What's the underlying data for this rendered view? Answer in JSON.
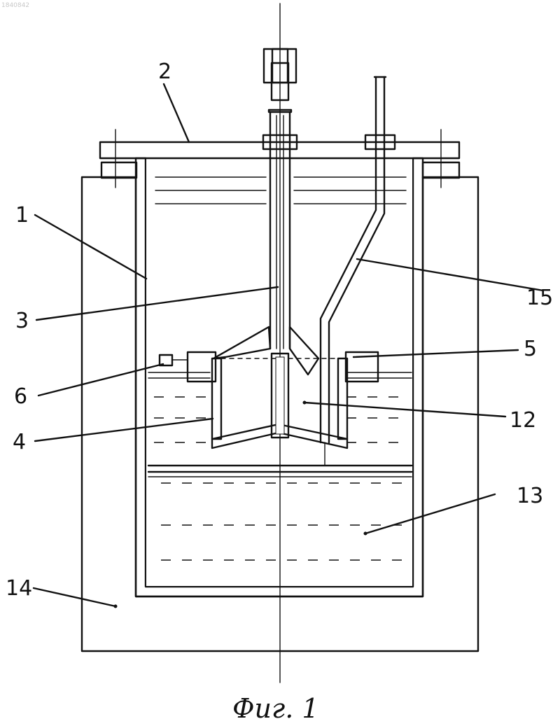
{
  "doc_id": "1840842",
  "caption": "Фиг. 1",
  "labels": {
    "l1": "1",
    "l2": "2",
    "l3": "3",
    "l4": "4",
    "l5": "5",
    "l6": "6",
    "l12": "12",
    "l13": "13",
    "l14": "14",
    "l15": "15"
  }
}
